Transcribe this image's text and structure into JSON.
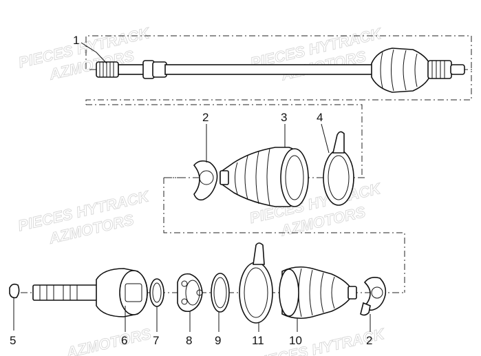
{
  "diagram": {
    "callouts": {
      "c1": "1",
      "c2a": "2",
      "c3": "3",
      "c4": "4",
      "c5": "5",
      "c6": "6",
      "c7": "7",
      "c8": "8",
      "c9": "9",
      "c11": "11",
      "c10": "10",
      "c2b": "2"
    },
    "watermarks": {
      "line1": "PIECES HYTRACK",
      "line2": "AZMOTORS"
    }
  }
}
